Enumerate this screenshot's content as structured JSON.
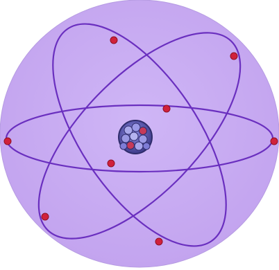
{
  "diagram": {
    "subject": "atom-model",
    "components": {
      "background": "sphere",
      "orbits": [
        "horizontal-orbit",
        "diagonal-orbit-left",
        "diagonal-orbit-right"
      ],
      "electrons": 8,
      "nucleus": "cluster"
    }
  },
  "colors": {
    "page_background": "#ffffff",
    "sphere_fill": "#c7aaf0",
    "sphere_edge": "#b69be2",
    "orbit_stroke": "#6a2fbf",
    "electron_fill": "#d0213b",
    "electron_stroke": "#8f0f22",
    "nucleus_dark": "#2f2c6b",
    "nucleus_mid": "#5c5ab5",
    "nucleus_light": "#a8a7ea",
    "proton": "#c53a5a"
  }
}
